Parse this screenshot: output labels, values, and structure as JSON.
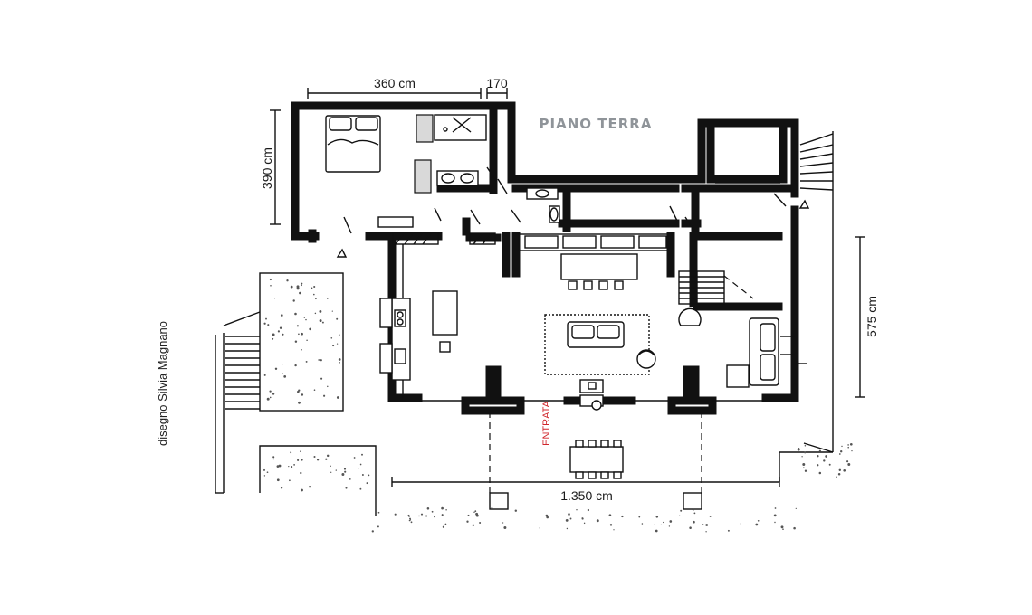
{
  "plan": {
    "title": "PIANO TERRA",
    "credit": "disegno Silvia Magnano",
    "entrance_label": "ENTRATA",
    "entrance_color": "#d0262c",
    "title_color": "#8f9499"
  },
  "dimensions": {
    "bedroom_width": "360 cm",
    "bath_width": "170",
    "bedroom_depth": "390 cm",
    "living_depth": "575 cm",
    "total_length": "1.350 cm"
  }
}
